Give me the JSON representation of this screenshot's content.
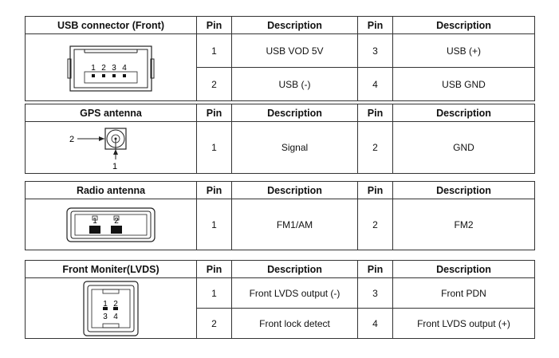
{
  "usb": {
    "title": "USB connector (Front)",
    "pin_header": "Pin",
    "desc_header": "Description",
    "pin_header_2": "Pin",
    "desc_header_2": "Description",
    "rows": [
      {
        "pin_a": "1",
        "desc_a": "USB VOD 5V",
        "pin_b": "3",
        "desc_b": "USB (+)"
      },
      {
        "pin_a": "2",
        "desc_a": "USB (-)",
        "pin_b": "4",
        "desc_b": "USB GND"
      }
    ],
    "diagram_labels": [
      "1",
      "2",
      "3",
      "4"
    ]
  },
  "gps": {
    "title": "GPS antenna",
    "pin_header": "Pin",
    "desc_header": "Description",
    "pin_header_2": "Pin",
    "desc_header_2": "Description",
    "rows": [
      {
        "pin_a": "1",
        "desc_a": "Signal",
        "pin_b": "2",
        "desc_b": "GND"
      }
    ],
    "diagram_labels": [
      "2",
      "1"
    ]
  },
  "radio": {
    "title": "Radio antenna",
    "pin_header": "Pin",
    "desc_header": "Description",
    "pin_header_2": "Pin",
    "desc_header_2": "Description",
    "rows": [
      {
        "pin_a": "1",
        "desc_a": "FM1/AM",
        "pin_b": "2",
        "desc_b": "FM2"
      }
    ],
    "diagram_labels": [
      "1",
      "2"
    ]
  },
  "lvds": {
    "title": "Front Moniter(LVDS)",
    "pin_header": "Pin",
    "desc_header": "Description",
    "pin_header_2": "Pin",
    "desc_header_2": "Description",
    "rows": [
      {
        "pin_a": "1",
        "desc_a": "Front LVDS output (-)",
        "pin_b": "3",
        "desc_b": "Front PDN"
      },
      {
        "pin_a": "2",
        "desc_a": "Front lock detect",
        "pin_b": "4",
        "desc_b": "Front LVDS output (+)"
      }
    ],
    "diagram_labels": [
      "1",
      "2",
      "3",
      "4"
    ]
  }
}
